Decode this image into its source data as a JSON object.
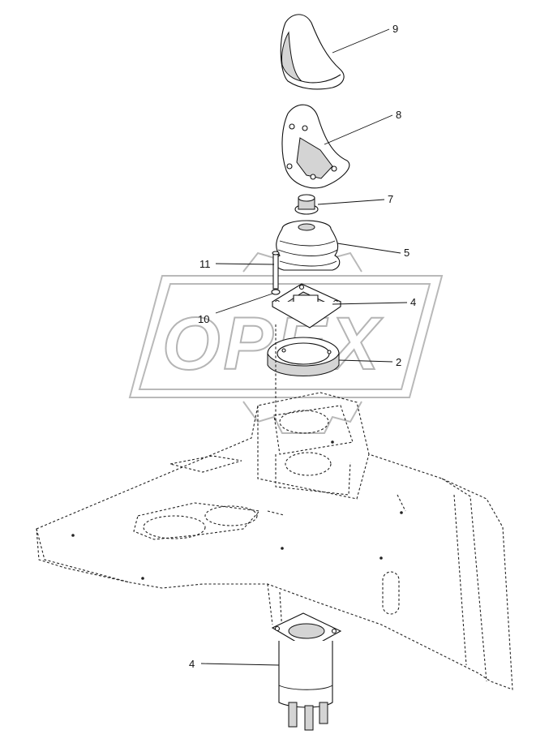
{
  "watermark": {
    "text": "OPEX"
  },
  "callouts": [
    {
      "id": "9",
      "label": "9"
    },
    {
      "id": "8",
      "label": "8"
    },
    {
      "id": "7",
      "label": "7"
    },
    {
      "id": "5",
      "label": "5"
    },
    {
      "id": "11",
      "label": "11"
    },
    {
      "id": "4-upper",
      "label": "4"
    },
    {
      "id": "10",
      "label": "10"
    },
    {
      "id": "2",
      "label": "2"
    },
    {
      "id": "4-lower",
      "label": "4"
    }
  ]
}
